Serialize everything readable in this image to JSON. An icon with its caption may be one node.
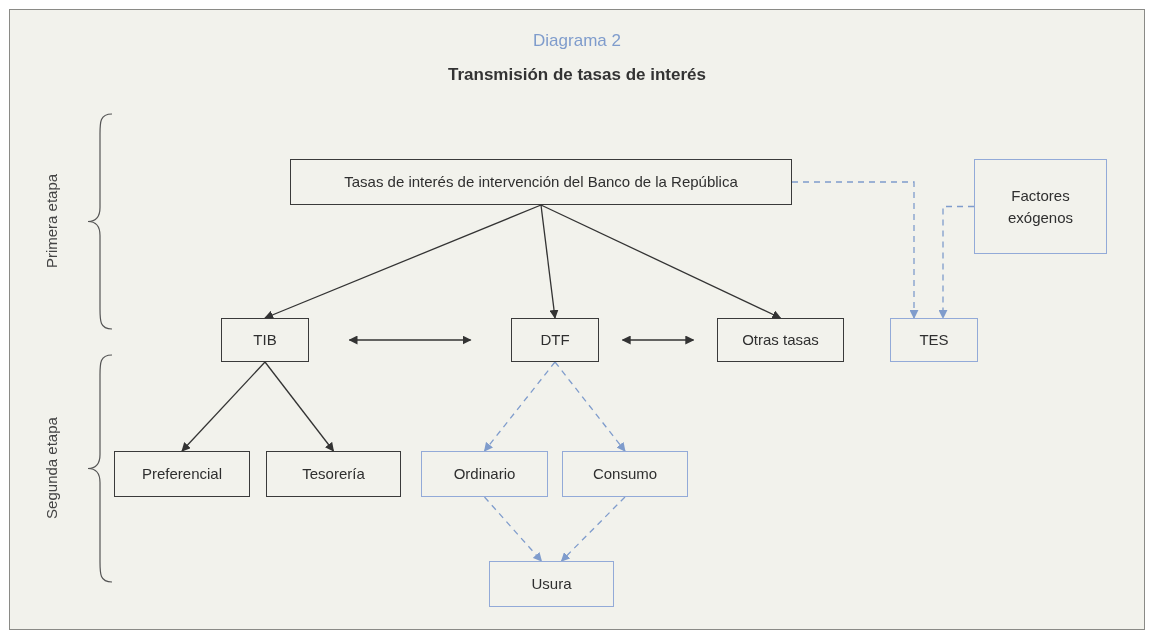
{
  "diagram": {
    "title": "Transmisión de tasas de interés",
    "nodes": [
      {
        "text": [
          "Tasas de interés de intervención del Banco de la República"
        ]
      },
      {
        "text": [
          "Factores exógenos"
        ]
      },
      {
        "text": [
          "TIB"
        ]
      },
      {
        "text": [
          "DTF"
        ]
      },
      {
        "text": [
          "Otras tasas"
        ]
      },
      {
        "text": [
          "TES"
        ]
      },
      {
        "text": [
          "Preferencial"
        ]
      },
      {
        "text": [
          "Tesorería"
        ]
      },
      {
        "text": [
          "Ordinario"
        ]
      },
      {
        "text": [
          "Consumo"
        ]
      },
      {
        "text": [
          "Usura"
        ]
      }
    ],
    "edges": [
      {
        "from": 0,
        "to": 2,
        "arrow": "to"
      },
      {
        "from": 0,
        "to": 3,
        "arrow": "to"
      },
      {
        "from": 0,
        "to": 4,
        "arrow": "to"
      },
      {
        "from": 0,
        "to": 5,
        "arrow": "to",
        "style": "dashed",
        "color": "#7f9ccc"
      },
      {
        "from": 1,
        "to": 5,
        "arrow": "to",
        "style": "dashed",
        "color": "#7f9ccc"
      },
      {
        "from": 2,
        "to": 3,
        "arrow": "both"
      },
      {
        "from": 3,
        "to": 4,
        "arrow": "both"
      },
      {
        "from": 2,
        "to": 6,
        "arrow": "to"
      },
      {
        "from": 2,
        "to": 7,
        "arrow": "to"
      },
      {
        "from": 3,
        "to": 8,
        "arrow": "to",
        "style": "dashed",
        "color": "#7f9ccc"
      },
      {
        "from": 3,
        "to": 9,
        "arrow": "to",
        "style": "dashed",
        "color": "#7f9ccc"
      },
      {
        "from": 8,
        "to": 10,
        "arrow": "to",
        "style": "dashed",
        "color": "#7f9ccc"
      },
      {
        "from": 9,
        "to": 10,
        "arrow": "to",
        "style": "dashed",
        "color": "#7f9ccc"
      }
    ],
    "labels": [
      "Diagrama 2",
      "Primera etapa",
      "Segunda etapa"
    ]
  }
}
